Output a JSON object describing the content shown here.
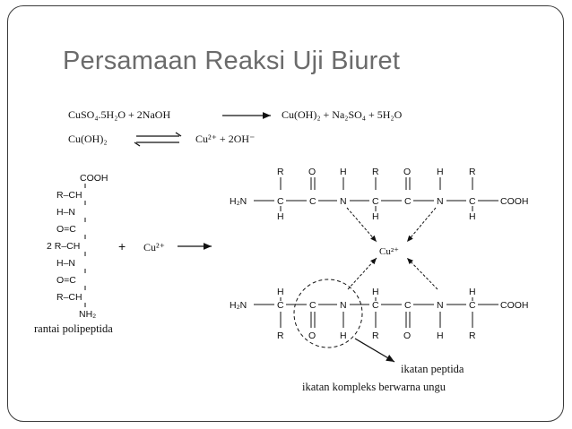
{
  "slide": {
    "title": "Persamaan Reaksi Uji Biuret",
    "equations": [
      {
        "left": "CuSO₄.5H₂O + 2NaOH",
        "right": "Cu(OH)₂ + Na₂SO₄ + 5H₂O",
        "arrow": "forward"
      },
      {
        "left": "Cu(OH)₂",
        "right": "Cu²⁺ + 2OH⁻",
        "arrow": "equilibrium"
      }
    ],
    "reactant": {
      "chain": [
        "COOH",
        "R–CH",
        "H–N",
        "O=C",
        "2 R–CH",
        "H–N",
        "O=C",
        "R–CH",
        "NH₂"
      ],
      "plus": "+",
      "ion": "Cu²⁺",
      "caption": "rantai polipeptida"
    },
    "product": {
      "top_chain_left": "H₂N",
      "top_chain_right": "COOH",
      "center_ion": "Cu²⁺",
      "bottom_chain_left": "H₂N",
      "bottom_chain_right": "COOH",
      "labels": {
        "r": "R",
        "o": "O",
        "h": "H",
        "c": "C",
        "n": "N"
      },
      "annotation_1": "ikatan peptida",
      "annotation_2": "ikatan kompleks berwarna ungu"
    }
  }
}
